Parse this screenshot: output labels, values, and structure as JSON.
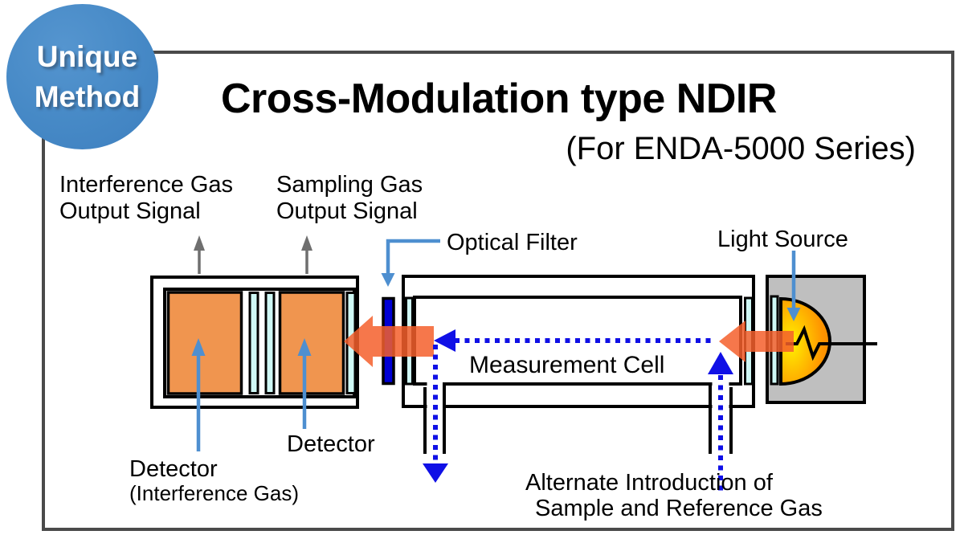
{
  "badge": {
    "line1": "Unique",
    "line2": "Method"
  },
  "header": {
    "title": "Cross-Modulation type NDIR",
    "subtitle": "(For ENDA-5000 Series)"
  },
  "labels": {
    "interference_output": "Interference Gas\nOutput Signal",
    "sampling_output": "Sampling Gas\nOutput Signal",
    "optical_filter": "Optical Filter",
    "light_source": "Light Source",
    "measurement_cell": "Measurement Cell",
    "detector_sampling": "Detector",
    "detector_interference": "Detector",
    "detector_interference_sub": "(Interference Gas)",
    "alternate_intro_line1": "Alternate Introduction of",
    "alternate_intro_line2": "Sample and Reference Gas"
  },
  "colors": {
    "badge_blue": "#4689C6",
    "leader_blue": "#4E8FD0",
    "gas_path_blue": "#1010E6",
    "filter_navy": "#0000D4",
    "detector_orange": "#F0954F",
    "window_cyan": "#CFF8F5",
    "beam_orange": "#F45F2C",
    "source_gray": "#BFBFBF",
    "signal_gray": "#6F6F6F",
    "frame_gray": "#4A4A4A"
  }
}
